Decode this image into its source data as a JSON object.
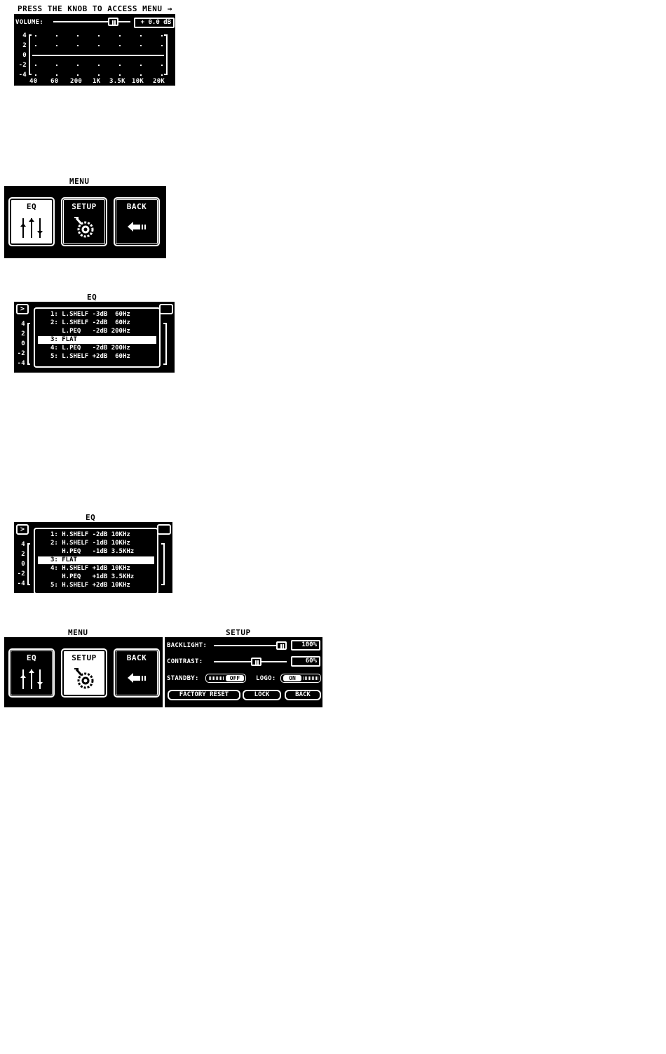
{
  "screen1": {
    "hint": "PRESS THE KNOB TO ACCESS MENU",
    "hint_arrow": "→",
    "volume_label": "VOLUME:",
    "volume_value": "+ 0.0 dB",
    "y_ticks": [
      "4",
      "2",
      "0",
      "-2",
      "-4"
    ],
    "x_ticks": [
      "40",
      "60",
      "200",
      "1K",
      "3.5K",
      "10K",
      "20K"
    ]
  },
  "menu1": {
    "title": "MENU",
    "items": [
      {
        "label": "EQ",
        "icon": "eq-sliders-icon"
      },
      {
        "label": "SETUP",
        "icon": "wrench-gear-icon"
      },
      {
        "label": "BACK",
        "icon": "back-arrow-icon"
      }
    ],
    "selected": 0
  },
  "eq1": {
    "title": "EQ",
    "y_ticks": [
      "4",
      "2",
      "0",
      "-2",
      "-4"
    ],
    "rows": [
      "1: L.SHELF -3dB  60Hz",
      "2: L.SHELF -2dB  60Hz",
      "   L.PEQ   -2dB 200Hz",
      "3: FLAT",
      "4: L.PEQ   -2dB 200Hz",
      "5: L.SHELF +2dB  60Hz"
    ],
    "highlight": 3
  },
  "eq2": {
    "title": "EQ",
    "y_ticks": [
      "4",
      "2",
      "0",
      "-2",
      "-4"
    ],
    "rows": [
      "1: H.SHELF -2dB 10KHz",
      "2: H.SHELF -1dB 10KHz",
      "   H.PEQ   -1dB 3.5KHz",
      "3: FLAT",
      "4: H.SHELF +1dB 10KHz",
      "   H.PEQ   +1dB 3.5KHz",
      "5: H.SHELF +2dB 10KHz"
    ],
    "highlight": 3
  },
  "menu2": {
    "title": "MENU",
    "items": [
      {
        "label": "EQ",
        "icon": "eq-sliders-icon"
      },
      {
        "label": "SETUP",
        "icon": "wrench-gear-icon"
      },
      {
        "label": "BACK",
        "icon": "back-arrow-icon"
      }
    ],
    "selected": 1
  },
  "setup": {
    "title": "SETUP",
    "backlight_label": "BACKLIGHT:",
    "backlight_value": "100%",
    "backlight_level": 1.0,
    "contrast_label": "CONTRAST:",
    "contrast_value": "60%",
    "contrast_level": 0.6,
    "standby_label": "STANDBY:",
    "standby_value": "OFF",
    "logo_label": "LOGO:",
    "logo_value": "ON",
    "factory_reset_label": "FACTORY RESET",
    "lock_label": "LOCK",
    "back_label": "BACK"
  }
}
